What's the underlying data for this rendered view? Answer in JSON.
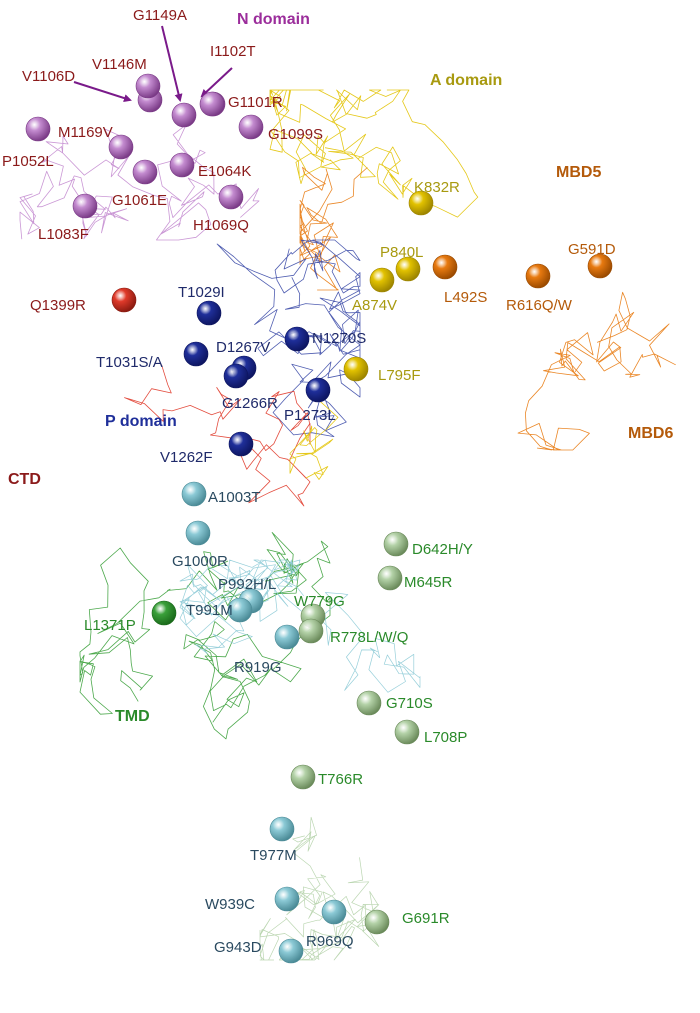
{
  "colors": {
    "N": "#9b2d9b",
    "N_backbone": "#c48cd0",
    "N_label": "#8b1a1a",
    "A": "#e2c200",
    "A_label": "#a89a10",
    "MBD": "#e87a10",
    "MBD_label": "#b45a0a",
    "P": "#1f2f9a",
    "P_backbone": "#3d4da8",
    "P_label": "#1f2a6a",
    "CTD": "#e03a2a",
    "CTD_label": "#8b1a1a",
    "TMD": "#3aa03a",
    "TMD_label": "#2a8a2a",
    "TMDc": "#8ccad6",
    "TMDc_label": "#2a4a60",
    "TMDg": "#b4d2a8"
  },
  "domains": [
    {
      "id": "dom-n",
      "name": "N domain",
      "color_key": "N"
    },
    {
      "id": "dom-a",
      "name": "A domain",
      "color_key": "A_label"
    },
    {
      "id": "dom-mbd5",
      "name": "MBD5",
      "color_key": "MBD_label"
    },
    {
      "id": "dom-mbd6",
      "name": "MBD6",
      "color_key": "MBD_label"
    },
    {
      "id": "dom-p",
      "name": "P domain",
      "color_key": "P"
    },
    {
      "id": "dom-ctd",
      "name": "CTD",
      "color_key": "CTD_label"
    },
    {
      "id": "dom-tmd",
      "name": "TMD",
      "color_key": "TMD_label"
    }
  ],
  "mutations": [
    {
      "label": "G1149A",
      "group": "N"
    },
    {
      "label": "V1106D",
      "group": "N"
    },
    {
      "label": "V1146M",
      "group": "N"
    },
    {
      "label": "I1102T",
      "group": "N"
    },
    {
      "label": "G1101R",
      "group": "N"
    },
    {
      "label": "G1099S",
      "group": "N"
    },
    {
      "label": "P1052L",
      "group": "N"
    },
    {
      "label": "M1169V",
      "group": "N"
    },
    {
      "label": "E1064K",
      "group": "N"
    },
    {
      "label": "G1061E",
      "group": "N"
    },
    {
      "label": "L1083F",
      "group": "N"
    },
    {
      "label": "H1069Q",
      "group": "N"
    },
    {
      "label": "K832R",
      "group": "A"
    },
    {
      "label": "P840L",
      "group": "A"
    },
    {
      "label": "A874V",
      "group": "A"
    },
    {
      "label": "L795F",
      "group": "A"
    },
    {
      "label": "L492S",
      "group": "MBD"
    },
    {
      "label": "R616Q/W",
      "group": "MBD"
    },
    {
      "label": "G591D",
      "group": "MBD"
    },
    {
      "label": "Q1399R",
      "group": "CTD"
    },
    {
      "label": "T1029I",
      "group": "P"
    },
    {
      "label": "N1270S",
      "group": "P"
    },
    {
      "label": "D1267V",
      "group": "P"
    },
    {
      "label": "T1031S/A",
      "group": "P"
    },
    {
      "label": "G1266R",
      "group": "P"
    },
    {
      "label": "P1273L",
      "group": "P"
    },
    {
      "label": "V1262F",
      "group": "P"
    },
    {
      "label": "A1003T",
      "group": "TMDc"
    },
    {
      "label": "G1000R",
      "group": "TMDc"
    },
    {
      "label": "P992H/L",
      "group": "TMDc"
    },
    {
      "label": "T991M",
      "group": "TMDc"
    },
    {
      "label": "R919G",
      "group": "TMDc"
    },
    {
      "label": "T977M",
      "group": "TMDc"
    },
    {
      "label": "W939C",
      "group": "TMDc"
    },
    {
      "label": "R969Q",
      "group": "TMDc"
    },
    {
      "label": "G943D",
      "group": "TMDc"
    },
    {
      "label": "D642H/Y",
      "group": "TMDg"
    },
    {
      "label": "M645R",
      "group": "TMDg"
    },
    {
      "label": "W779G",
      "group": "TMDg"
    },
    {
      "label": "R778L/W/Q",
      "group": "TMDg"
    },
    {
      "label": "G710S",
      "group": "TMDg"
    },
    {
      "label": "L708P",
      "group": "TMDg"
    },
    {
      "label": "T766R",
      "group": "TMDg"
    },
    {
      "label": "G691R",
      "group": "TMDg"
    },
    {
      "label": "L1371P",
      "group": "TMD"
    }
  ]
}
